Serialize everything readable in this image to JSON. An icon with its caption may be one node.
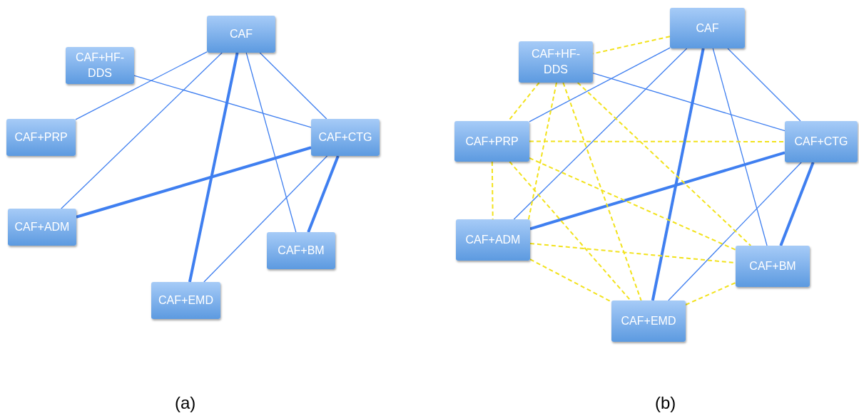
{
  "diagram": {
    "nodes": [
      {
        "text": [
          "CAF"
        ]
      },
      {
        "text": [
          "CAF+HF-DDS"
        ]
      },
      {
        "text": [
          "CAF+PRP"
        ]
      },
      {
        "text": [
          "CAF+CTG"
        ]
      },
      {
        "text": [
          "CAF+ADM"
        ]
      },
      {
        "text": [
          "CAF+BM"
        ]
      },
      {
        "text": [
          "CAF+EMD"
        ]
      },
      {
        "text": [
          "CAF"
        ]
      },
      {
        "text": [
          "CAF+HF-DDS"
        ]
      },
      {
        "text": [
          "CAF+PRP"
        ]
      },
      {
        "text": [
          "CAF+CTG"
        ]
      },
      {
        "text": [
          "CAF+ADM"
        ]
      },
      {
        "text": [
          "CAF+BM"
        ]
      },
      {
        "text": [
          "CAF+EMD"
        ]
      }
    ],
    "edges": [
      {
        "from": 0,
        "to": 3,
        "arrow": "none"
      },
      {
        "from": 1,
        "to": 3,
        "arrow": "none"
      },
      {
        "from": 0,
        "to": 2,
        "arrow": "none"
      },
      {
        "from": 0,
        "to": 4,
        "arrow": "none"
      },
      {
        "from": 0,
        "to": 6,
        "arrow": "none",
        "style": "thick"
      },
      {
        "from": 0,
        "to": 5,
        "arrow": "none"
      },
      {
        "from": 4,
        "to": 3,
        "arrow": "none",
        "style": "thick"
      },
      {
        "from": 3,
        "to": 5,
        "arrow": "none",
        "style": "thick"
      },
      {
        "from": 3,
        "to": 6,
        "arrow": "none"
      },
      {
        "from": 7,
        "to": 10,
        "arrow": "none"
      },
      {
        "from": 8,
        "to": 10,
        "arrow": "none"
      },
      {
        "from": 7,
        "to": 9,
        "arrow": "none"
      },
      {
        "from": 7,
        "to": 11,
        "arrow": "none"
      },
      {
        "from": 7,
        "to": 13,
        "arrow": "none",
        "style": "thick"
      },
      {
        "from": 7,
        "to": 12,
        "arrow": "none"
      },
      {
        "from": 11,
        "to": 10,
        "arrow": "none",
        "style": "thick"
      },
      {
        "from": 10,
        "to": 12,
        "arrow": "none",
        "style": "thick"
      },
      {
        "from": 10,
        "to": 13,
        "arrow": "none"
      },
      {
        "from": 7,
        "to": 8,
        "arrow": "none",
        "style": "dashed",
        "color": "#f2e21c"
      },
      {
        "from": 8,
        "to": 9,
        "arrow": "none",
        "style": "dashed",
        "color": "#f2e21c"
      },
      {
        "from": 8,
        "to": 11,
        "arrow": "none",
        "style": "dashed",
        "color": "#f2e21c"
      },
      {
        "from": 8,
        "to": 13,
        "arrow": "none",
        "style": "dashed",
        "color": "#f2e21c"
      },
      {
        "from": 8,
        "to": 12,
        "arrow": "none",
        "style": "dashed",
        "color": "#f2e21c"
      },
      {
        "from": 9,
        "to": 10,
        "arrow": "none",
        "style": "dashed",
        "color": "#f2e21c"
      },
      {
        "from": 9,
        "to": 11,
        "arrow": "none",
        "style": "dashed",
        "color": "#f2e21c"
      },
      {
        "from": 9,
        "to": 13,
        "arrow": "none",
        "style": "dashed",
        "color": "#f2e21c"
      },
      {
        "from": 9,
        "to": 12,
        "arrow": "none",
        "style": "dashed",
        "color": "#f2e21c"
      },
      {
        "from": 11,
        "to": 12,
        "arrow": "none",
        "style": "dashed",
        "color": "#f2e21c"
      },
      {
        "from": 11,
        "to": 13,
        "arrow": "none",
        "style": "dashed",
        "color": "#f2e21c"
      },
      {
        "from": 13,
        "to": 12,
        "arrow": "none",
        "style": "dashed",
        "color": "#f2e21c"
      }
    ],
    "labels": [
      "(a)",
      "(b)"
    ]
  }
}
